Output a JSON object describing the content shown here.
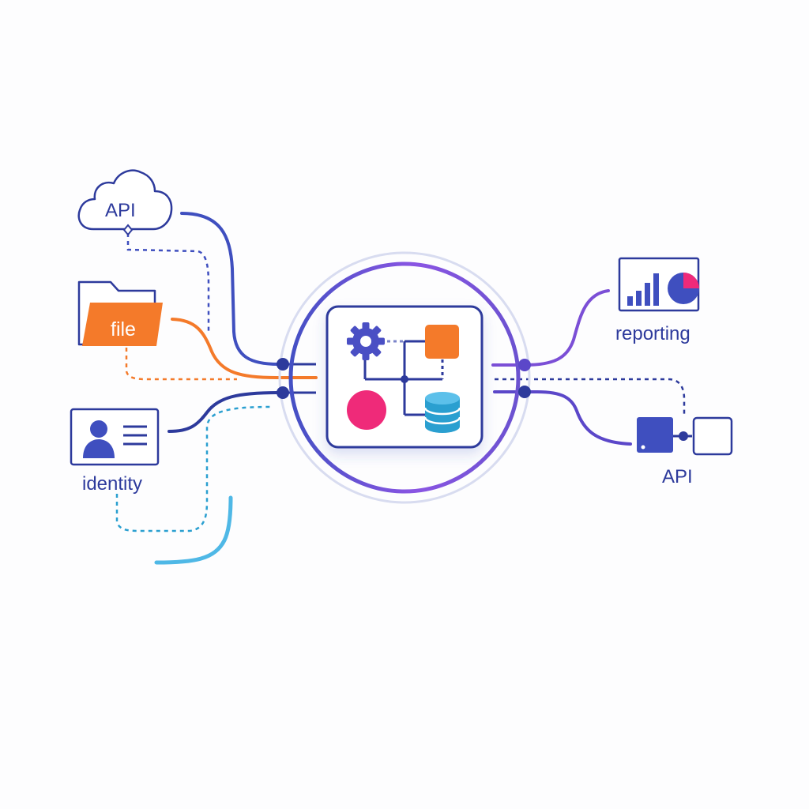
{
  "nodes": {
    "api_in": {
      "label": "API"
    },
    "file": {
      "label": "file"
    },
    "identity": {
      "label": "identity"
    },
    "reporting": {
      "label": "reporting"
    },
    "api_out": {
      "label": "API"
    }
  },
  "colors": {
    "navy": "#2d3a9c",
    "indigo": "#3f4fbf",
    "purple": "#7b4fd6",
    "orange": "#f47a2a",
    "pink": "#ef2a79",
    "teal": "#2a9fd0",
    "cyan": "#4fb8e6",
    "ring_outer": "#d8dcf0"
  }
}
